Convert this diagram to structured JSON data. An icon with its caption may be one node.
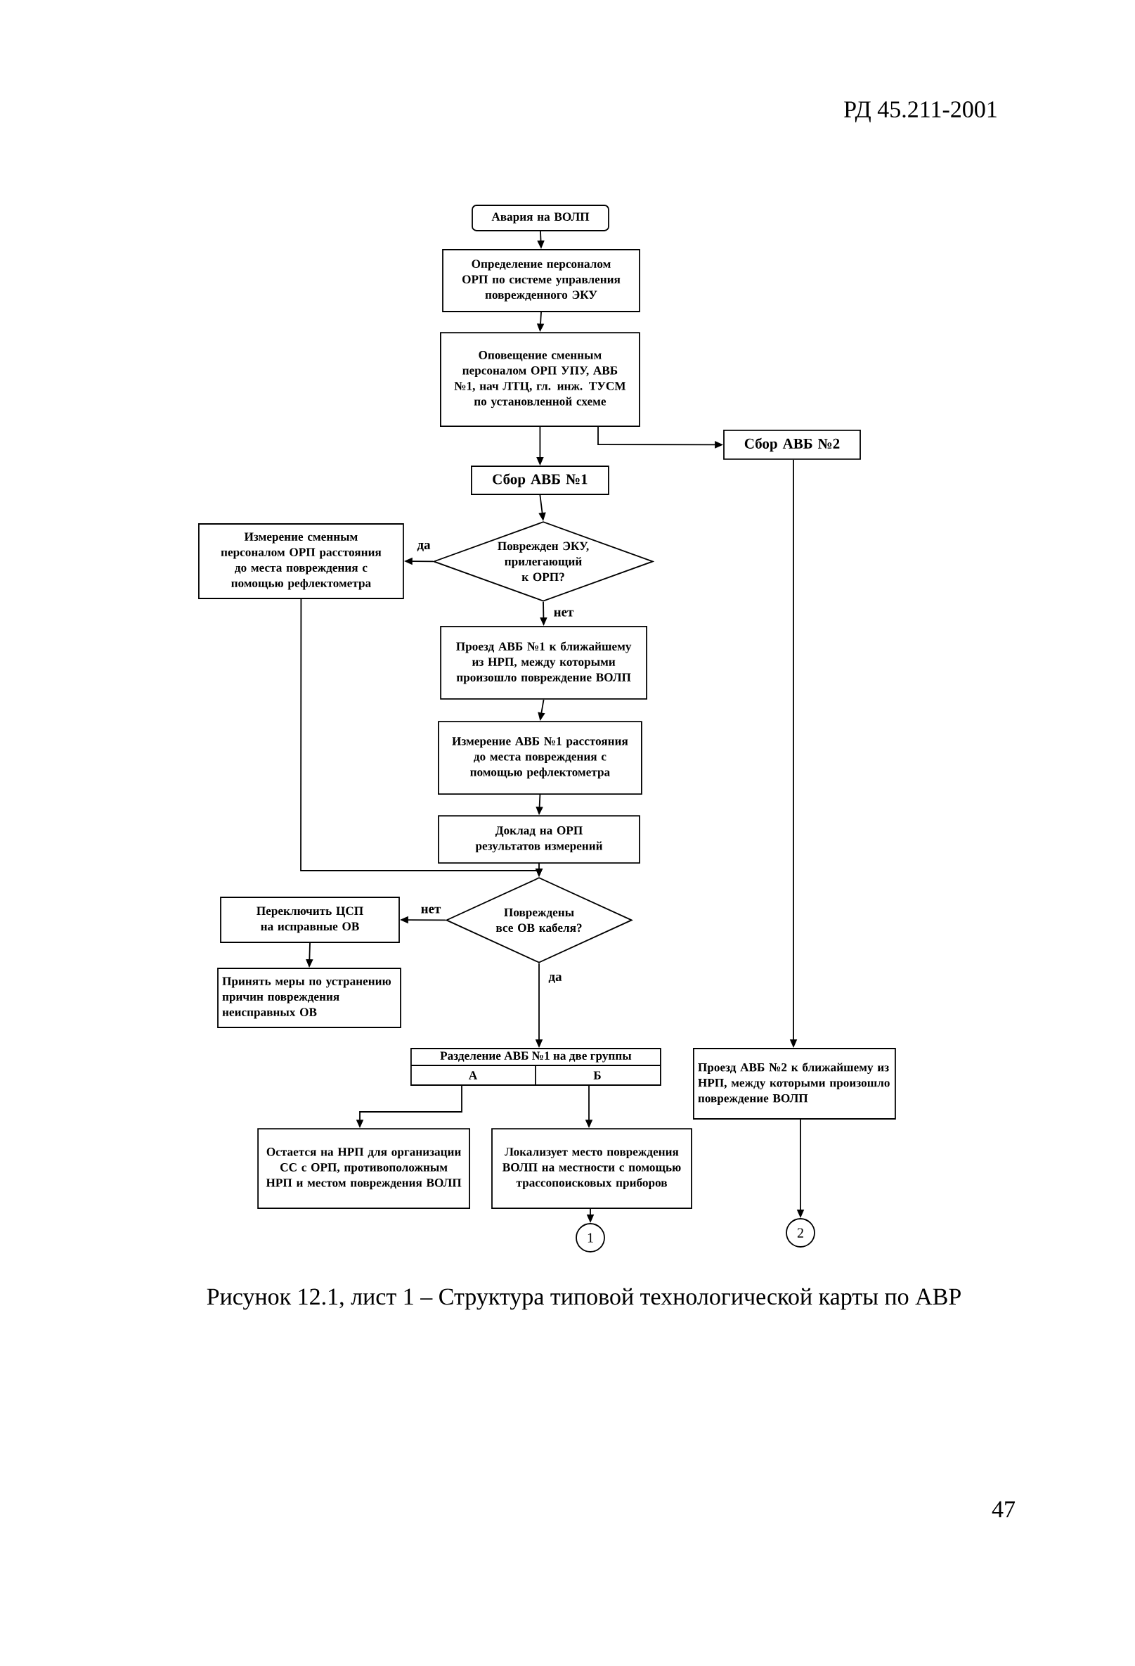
{
  "diagram": {
    "caption": "Рисунок 12.1, лист 1 – Структура типовой технологической карты по АВР",
    "nodes": [
      {
        "text": [
          "Авария на ВОЛП"
        ]
      },
      {
        "text": [
          "Определение персоналом ОРП по системе управления поврежденного ЭКУ"
        ]
      },
      {
        "text": [
          "Оповещение сменным персоналом ОРП УПУ, АВБ №1, нач ЛТЦ, гл. инж. ТУСМ по установленной схеме"
        ]
      },
      {
        "text": [
          "Сбор АВБ №2"
        ]
      },
      {
        "text": [
          "Сбор АВБ №1"
        ]
      },
      {
        "text": [
          "Измерение сменным персоналом ОРП расстояния до места повреждения с помощью рефлектометра"
        ]
      },
      {
        "text": [
          "Поврежден ЭКУ, прилегающий к ОРП?"
        ]
      },
      {
        "text": [
          "Проезд АВБ №1 к ближайшему из НРП, между которыми произошло повреждение ВОЛП"
        ]
      },
      {
        "text": [
          "Измерение АВБ №1 расстояния до места повреждения с помощью рефлектометра"
        ]
      },
      {
        "text": [
          "Доклад на ОРП результатов измерений"
        ]
      },
      {
        "text": [
          "Повреждены все ОВ кабеля?"
        ]
      },
      {
        "text": [
          "Переключить ЦСП на исправные ОВ"
        ]
      },
      {
        "text": [
          "Принять меры по устранению причин повреждения неисправных ОВ"
        ]
      },
      {
        "text": [
          "Разделение АВБ №1 на две группы",
          "А",
          "Б"
        ]
      },
      {
        "text": [
          "Проезд АВБ №2 к ближайшему из НРП, между которыми произошло повреждение ВОЛП"
        ]
      },
      {
        "text": [
          "Остается на НРП для организации СС с ОРП, противоположным НРП и местом повреждения ВОЛП"
        ]
      },
      {
        "text": [
          "Локализует место повреждения ВОЛП на местности с помощью трассопоисковых приборов"
        ]
      },
      {
        "text": [
          "1"
        ]
      },
      {
        "text": [
          "2"
        ]
      }
    ],
    "edges": [
      {
        "from": 0,
        "to": 1,
        "arrow": "to"
      },
      {
        "from": 1,
        "to": 2,
        "arrow": "to"
      },
      {
        "from": 2,
        "to": 4,
        "arrow": "to"
      },
      {
        "from": 2,
        "to": 3,
        "arrow": "to"
      },
      {
        "from": 4,
        "to": 6,
        "arrow": "to"
      },
      {
        "from": 6,
        "to": 5,
        "arrow": "to",
        "label": "да"
      },
      {
        "from": 6,
        "to": 7,
        "arrow": "to",
        "label": "нет"
      },
      {
        "from": 7,
        "to": 8,
        "arrow": "to"
      },
      {
        "from": 8,
        "to": 9,
        "arrow": "to"
      },
      {
        "from": 9,
        "to": 10,
        "arrow": "to"
      },
      {
        "from": 5,
        "to": 10,
        "arrow": "to"
      },
      {
        "from": 10,
        "to": 11,
        "arrow": "to",
        "label": "нет"
      },
      {
        "from": 11,
        "to": 12,
        "arrow": "to"
      },
      {
        "from": 10,
        "to": 13,
        "arrow": "to",
        "label": "да"
      },
      {
        "from": 13,
        "to": 15,
        "arrow": "to"
      },
      {
        "from": 13,
        "to": 16,
        "arrow": "to"
      },
      {
        "from": 3,
        "to": 14,
        "arrow": "to"
      },
      {
        "from": 14,
        "to": 18,
        "arrow": "to"
      },
      {
        "from": 16,
        "to": 17,
        "arrow": "to"
      }
    ],
    "labels": [
      "РД 45.211-2001",
      "47"
    ]
  }
}
